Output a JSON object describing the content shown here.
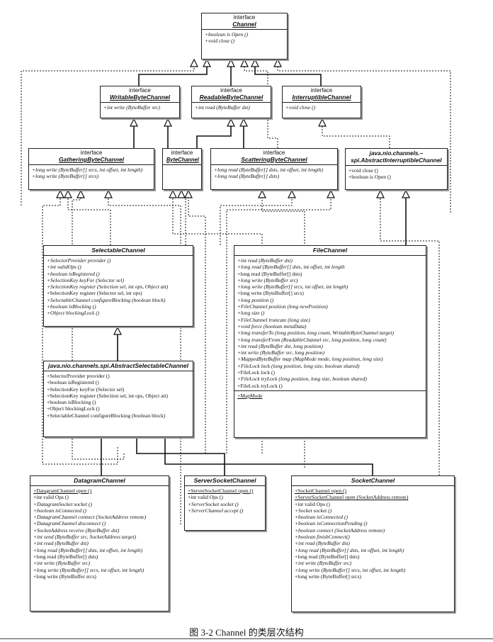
{
  "caption": "图 3-2 Channel 的类层次结构",
  "classes": [
    {
      "id": "channel",
      "stereotype": "interface",
      "name": "Channel",
      "sections": [
        [
          {
            "t": "+boolean is Open ()",
            "s": "i"
          },
          {
            "t": "+void close ()",
            "s": "i"
          }
        ]
      ]
    },
    {
      "id": "writable",
      "stereotype": "interface",
      "name": "WritableByteChannel",
      "sections": [
        [
          {
            "t": "+int write (ByteBuffer src)",
            "s": "i"
          }
        ]
      ]
    },
    {
      "id": "readable",
      "stereotype": "interface",
      "name": "ReadableByteChannel",
      "sections": [
        [
          {
            "t": "+int read (ByteBuffer dst)",
            "s": "i"
          }
        ]
      ]
    },
    {
      "id": "interruptible",
      "stereotype": "interface",
      "name": "InterruptibleChannel",
      "sections": [
        [
          {
            "t": "+void close ()",
            "s": "i"
          }
        ]
      ]
    },
    {
      "id": "gathering",
      "stereotype": "interface",
      "name": "GatheringByteChannel",
      "sections": [
        [
          {
            "t": "+long write (ByteBuffer[] srcs, int offset, int length)",
            "s": "i"
          },
          {
            "t": "+long write (ByteBuffer[] srcs)",
            "s": "i"
          }
        ]
      ]
    },
    {
      "id": "bytechannel",
      "stereotype": "interface",
      "name": "ByteChannel",
      "sections": [
        []
      ]
    },
    {
      "id": "scattering",
      "stereotype": "interface",
      "name": "ScatteringByteChannel",
      "sections": [
        [
          {
            "t": "+long read (ByteBuffer[] dsts, int offset, int length)",
            "s": "i"
          },
          {
            "t": "+long read (ByteBuffer[] dsts)",
            "s": "i"
          }
        ]
      ]
    },
    {
      "id": "absinterruptible",
      "stereotype": "",
      "name": "java.nio.channels.– spi.AbstractInterruptibleChannel",
      "sections": [
        [
          {
            "t": "+void close ()",
            "s": ""
          },
          {
            "t": "+boolean is Open ()",
            "s": ""
          }
        ]
      ]
    },
    {
      "id": "selectable",
      "stereotype": "",
      "name": "SelectableChannel",
      "sections": [
        [
          {
            "t": "+SelectorProvider provider ()",
            "s": "i"
          },
          {
            "t": "+int validOps ()",
            "s": "i"
          },
          {
            "t": "+boolean isRegistered ()",
            "s": "i"
          },
          {
            "t": "+SelectionKey keyFor (Selector sel)",
            "s": "i"
          },
          {
            "t": "+SelectionKey register (Selection sel, int ops, Object att)",
            "s": "i"
          },
          {
            "t": "+SelectionKey register (Selector sel, int ops)",
            "s": ""
          },
          {
            "t": "+SelectableChannel configureBlocking (boolean block)",
            "s": "i"
          },
          {
            "t": "+boolean isBlocking ()",
            "s": "i"
          },
          {
            "t": "+Object blockingLock ()",
            "s": "i"
          }
        ]
      ]
    },
    {
      "id": "absselectable",
      "stereotype": "",
      "name": "java.nio.channels.spi.AbstractSelectableChannel",
      "sections": [
        [
          {
            "t": "+SelectorProvider provider ()",
            "s": ""
          },
          {
            "t": "+boolean isRegistered ()",
            "s": ""
          },
          {
            "t": "+SelectionKey keyFor (Selector sel)",
            "s": ""
          },
          {
            "t": "+SelectionKey register (Selection sel, int ops, Object att)",
            "s": ""
          },
          {
            "t": "+boolean isBlocking ()",
            "s": ""
          },
          {
            "t": "+Object blockingLock ()",
            "s": ""
          },
          {
            "t": "+SelectableChannel configureBlocking (boolean block)",
            "s": ""
          }
        ]
      ]
    },
    {
      "id": "filechannel",
      "stereotype": "",
      "name": "FileChannel",
      "sections": [
        [
          {
            "t": "+int read (ByteBuffer dst)",
            "s": "i"
          },
          {
            "t": "+long read (ByteBuffer[] dsts, int offset, int length",
            "s": "i"
          },
          {
            "t": "+long read (ByteBuffer[] dsts)",
            "s": ""
          },
          {
            "t": "+long write (ByteBuffer src)",
            "s": "i"
          },
          {
            "t": "+long write (ByteBuffer[] srcs, int offset, int length)",
            "s": "i"
          },
          {
            "t": "+long write (ByteBuffer[] srcs)",
            "s": ""
          },
          {
            "t": "+long position ()",
            "s": "i"
          },
          {
            "t": "+FileChannel position (long newPosition)",
            "s": "i"
          },
          {
            "t": "+long size ()",
            "s": "i"
          },
          {
            "t": "+FileChannel truncate (long size)",
            "s": "i"
          },
          {
            "t": "+void force (boolean metaData)",
            "s": "i"
          },
          {
            "t": "+long transferTo (long position, long count, WritableByteChannel target)",
            "s": "i"
          },
          {
            "t": "+long transferFrom (ReadableChannel src, long position, long count)",
            "s": "i"
          },
          {
            "t": "+int read (ByteBuffer dst, long position)",
            "s": "i"
          },
          {
            "t": "+int write (ByteBuffer src, long position)",
            "s": "i"
          },
          {
            "t": "+MappedByteBuffer map (MapMode mode, long position, long size)",
            "s": "i"
          },
          {
            "t": "+FileLock lock (long position, long size, boolean shared)",
            "s": "i"
          },
          {
            "t": "+FileLock lock ()",
            "s": ""
          },
          {
            "t": "+FileLock tryLock (long position, long size, boolean shared)",
            "s": "i"
          },
          {
            "t": "+FileLock tryLock ()",
            "s": ""
          }
        ],
        [
          {
            "t": "+MapMode",
            "s": "u"
          }
        ]
      ]
    },
    {
      "id": "datagram",
      "stereotype": "",
      "name": "DatagramChannel",
      "sections": [
        [
          {
            "t": "+DatagramChannel open ()",
            "s": "u"
          },
          {
            "t": "+int valid Ops ()",
            "s": ""
          },
          {
            "t": "+DatagramSocket socket ()",
            "s": "i"
          },
          {
            "t": "+boolean isConnected ()",
            "s": "i"
          },
          {
            "t": "+DatagramChannel connect (SocketAddress remote)",
            "s": "i"
          },
          {
            "t": "+DatagramChannel disconnect ()",
            "s": "i"
          },
          {
            "t": "+SocketAddress receive (ByteBuffer dst)",
            "s": "i"
          },
          {
            "t": "+int send (ByteBuffer src, SocketAddress target)",
            "s": "i"
          },
          {
            "t": "+int read (ByteBuffer dst)",
            "s": "i"
          },
          {
            "t": "+long read (ByteBuffer[] dsts, int offset, int length)",
            "s": "i"
          },
          {
            "t": "+long read (ByteBuffer[] dsts)",
            "s": ""
          },
          {
            "t": "+int write (ByteBuffer src)",
            "s": "i"
          },
          {
            "t": "+long write (ByteBuffer[] srcs, int offset, int length)",
            "s": "i"
          },
          {
            "t": "+long write (ByteBuffer srcs)",
            "s": ""
          }
        ]
      ]
    },
    {
      "id": "serversocket",
      "stereotype": "",
      "name": "ServerSocketChannel",
      "sections": [
        [
          {
            "t": "+ServerSocketChannel open ()",
            "s": "u"
          },
          {
            "t": "+int valid Ops ()",
            "s": ""
          },
          {
            "t": "+ServerSocket socket ()",
            "s": "i"
          },
          {
            "t": "+ServerChannel accept ()",
            "s": "i"
          }
        ]
      ]
    },
    {
      "id": "socket",
      "stereotype": "",
      "name": "SocketChannel",
      "sections": [
        [
          {
            "t": "+SocketChannel open ()",
            "s": "u"
          },
          {
            "t": "+ServerSocketChannel open (SocketAddress remote)",
            "s": "u"
          },
          {
            "t": "+int valid Ops ()",
            "s": ""
          },
          {
            "t": "+Socket socket ()",
            "s": "i"
          },
          {
            "t": "+boolean isConnected ()",
            "s": "i"
          },
          {
            "t": "+boolean isConnectionPending ()",
            "s": "i"
          },
          {
            "t": "+boolean connect (SocketAddress remote)",
            "s": "i"
          },
          {
            "t": "+boolean finishConnect()",
            "s": "i"
          },
          {
            "t": "+int read (ByteBuffer dst)",
            "s": "i"
          },
          {
            "t": "+long read (ByteBuffer[] dsts, int offset, int length)",
            "s": "i"
          },
          {
            "t": "+long read (ByteBuffer[] dsts)",
            "s": ""
          },
          {
            "t": "+int write (ByteBuffer src)",
            "s": "i"
          },
          {
            "t": "+long write (ByteBuffer[] srcs, int offset, int length)",
            "s": "i"
          },
          {
            "t": "+long write (ByteBuffer[] srcs)",
            "s": ""
          }
        ]
      ]
    }
  ]
}
